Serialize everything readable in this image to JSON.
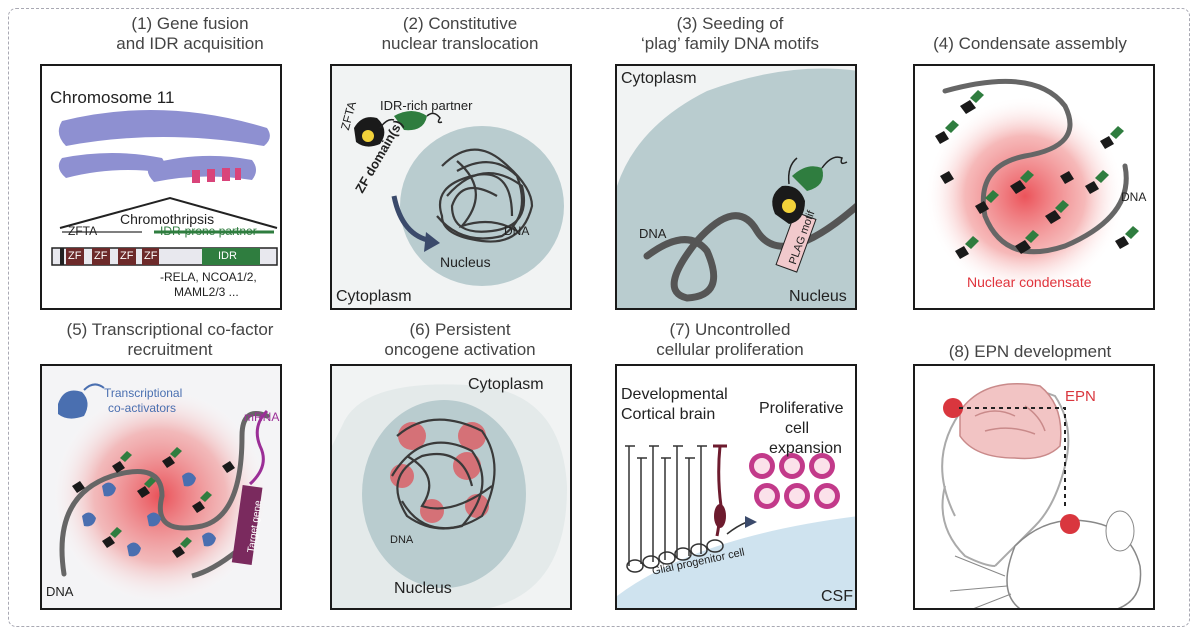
{
  "panels": [
    {
      "title_l1": "(1) Gene fusion",
      "title_l2": "and IDR acquisition",
      "chromosome": "Chromosome 11",
      "chromothripsis": "Chromothripsis",
      "zfta": "ZFTA",
      "idr_prone": "IDR-prone partner",
      "zf": "ZF",
      "idr": "IDR",
      "partners_l1": "-RELA, NCOA1/2,",
      "partners_l2": "MAML2/3 ..."
    },
    {
      "title_l1": "(2) Constitutive",
      "title_l2": "nuclear translocation",
      "idr_rich": "IDR-rich partner",
      "zfta": "ZFTA",
      "zf_domains": "ZF domain(s)",
      "dna": "DNA",
      "nucleus": "Nucleus",
      "cytoplasm": "Cytoplasm"
    },
    {
      "title_l1": "(3) Seeding of",
      "title_l2": "‘plag’ family DNA motifs",
      "cytoplasm": "Cytoplasm",
      "dna": "DNA",
      "motif": "PLAG motif",
      "nucleus": "Nucleus"
    },
    {
      "title_l1": "(4) Condensate assembly",
      "title_l2": "",
      "dna": "DNA",
      "condensate": "Nuclear condensate"
    },
    {
      "title_l1": "(5) Transcriptional co-factor",
      "title_l2": "recruitment",
      "coact_l1": "Transcriptional",
      "coact_l2": "co-activators",
      "mrna": "mRNA",
      "target_gene": "Target gene",
      "dna": "DNA"
    },
    {
      "title_l1": "(6) Persistent",
      "title_l2": "oncogene activation",
      "cytoplasm": "Cytoplasm",
      "dna": "DNA",
      "nucleus": "Nucleus"
    },
    {
      "title_l1": "(7) Uncontrolled",
      "title_l2": "cellular proliferation",
      "dev_l1": "Developmental",
      "dev_l2": "Cortical brain",
      "prolif_l1": "Proliferative",
      "prolif_l2": "cell",
      "prolif_l3": "expansion",
      "glial": "Glial progenitor cell",
      "csf": "CSF"
    },
    {
      "title_l1": "(8) EPN development",
      "title_l2": "",
      "epn": "EPN"
    }
  ],
  "colors": {
    "chromosome": "#8e90d1",
    "fusion_band": "#d9447a",
    "idr_green": "#2f7d3f",
    "condensate_red": "#e8353d",
    "nucleus_fill": "#b9cccf",
    "dna_gray": "#5a5a5a",
    "coactivator_blue": "#4a6fb0",
    "mrna_purple": "#9b2f97",
    "target_gene": "#7a2a5e",
    "neuron_maroon": "#6d1b2e",
    "csf_blue": "#cfe3ef"
  }
}
